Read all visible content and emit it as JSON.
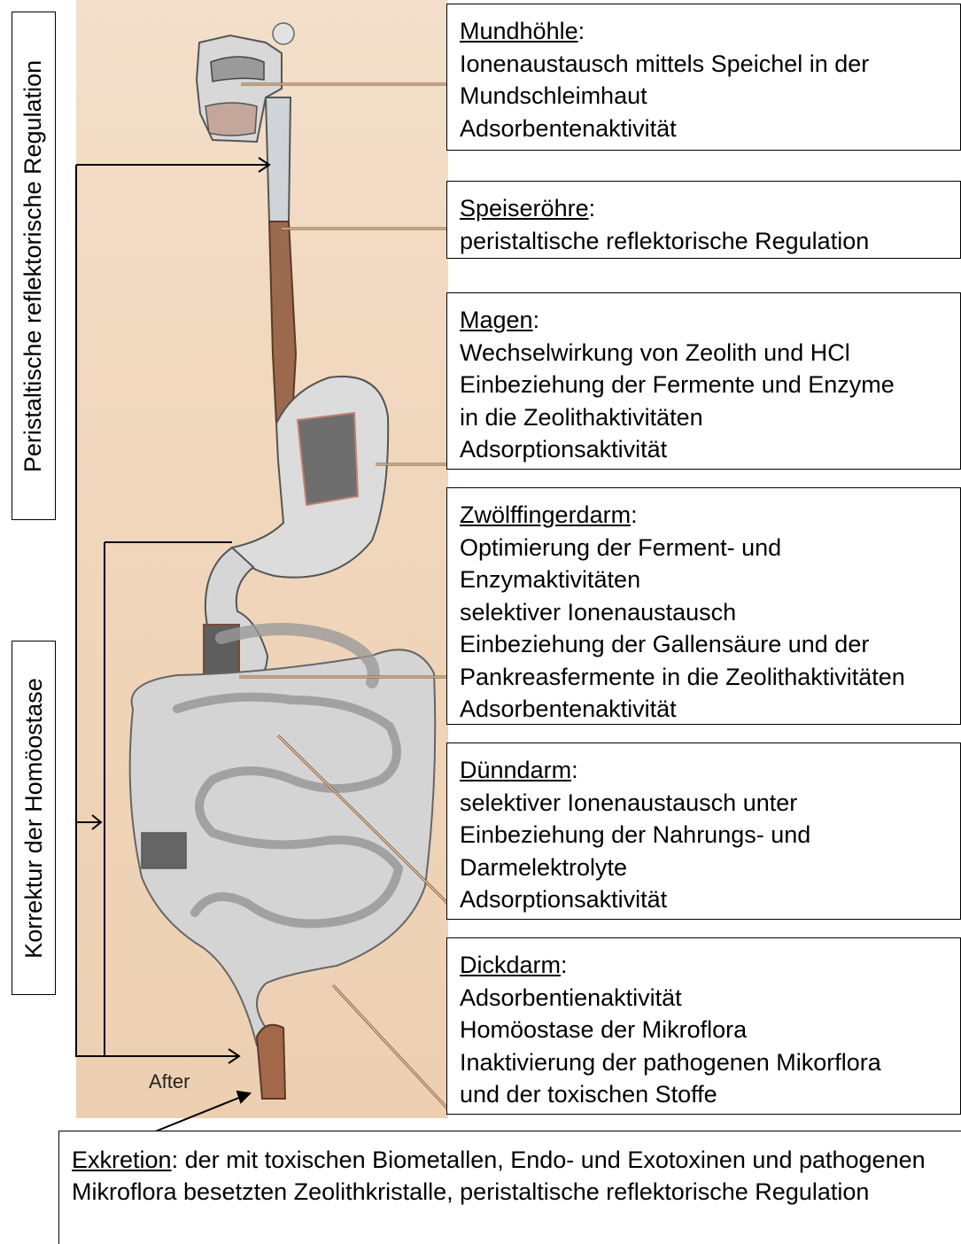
{
  "side_labels": {
    "peristaltic": "Peristaltische reflektorische Regulation",
    "homeostasis": "Korrektur der Homöostase"
  },
  "anatomy": {
    "after_label": "After"
  },
  "boxes": [
    {
      "title": "Mundhöhle",
      "lines": [
        "Ionenaustausch mittels Speichel in der",
        "Mundschleimhaut",
        "Adsorbentenaktivität"
      ]
    },
    {
      "title": "Speiseröhre",
      "lines": [
        "peristaltische reflektorische Regulation"
      ]
    },
    {
      "title": "Magen",
      "lines": [
        "Wechselwirkung von Zeolith und HCl",
        "Einbeziehung der Fermente und Enzyme",
        "in die Zeolithaktivitäten",
        "Adsorptionsaktivität"
      ]
    },
    {
      "title": "Zwölffingerdarm",
      "lines": [
        "Optimierung der Ferment- und",
        "Enzymaktivitäten",
        "selektiver Ionenaustausch",
        "Einbeziehung der Gallensäure und der",
        "Pankreasfermente in die Zeolithaktivitäten",
        "Adsorbentenaktivität"
      ]
    },
    {
      "title": "Dünndarm",
      "lines": [
        "selektiver Ionenaustausch unter",
        "Einbeziehung der Nahrungs- und",
        "Darmelektrolyte",
        "Adsorptionsaktivität"
      ]
    },
    {
      "title": "Dickdarm",
      "lines": [
        "Adsorbentienaktivität",
        "Homöostase der Mikroflora",
        "Inaktivierung der pathogenen Mikorflora",
        "und der toxischen Stoffe"
      ]
    }
  ],
  "exkretion": {
    "title": "Exkretion",
    "text": ": der mit toxischen Biometallen, Endo- und Exotoxinen und pathogenen Mikroflora besetzten Zeolithkristalle, peristaltische reflektorische Regulation"
  }
}
